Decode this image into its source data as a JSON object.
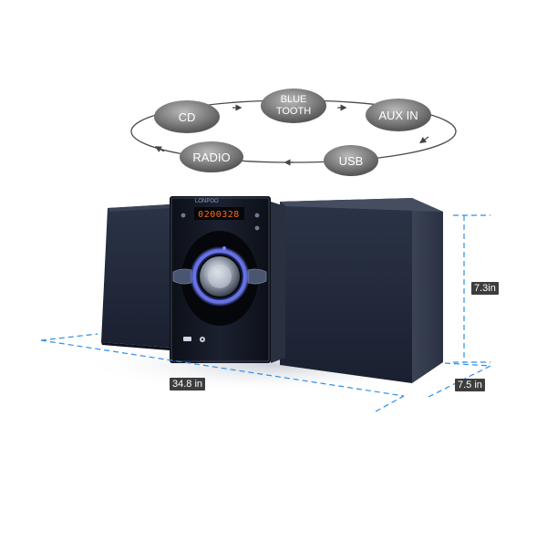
{
  "modes": {
    "cd": "CD",
    "bluetooth_line1": "BLUE",
    "bluetooth_line2": "TOOTH",
    "aux_in": "AUX IN",
    "usb": "USB",
    "radio": "RADIO"
  },
  "device": {
    "brand": "LONPOO",
    "display_readout": "0200328",
    "display_color": "#ff6a1a"
  },
  "dimensions": {
    "width": "34.8 in",
    "height": "7.3in",
    "depth": "7.5 in",
    "line_color": "#2f8ee8"
  }
}
